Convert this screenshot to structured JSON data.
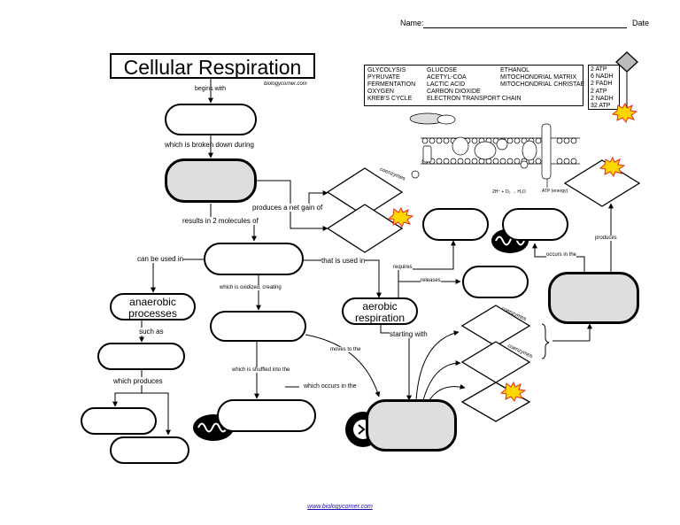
{
  "header": {
    "name_label": "Name:",
    "date_label": "Date"
  },
  "title": {
    "text": "Cellular Respiration",
    "source": "biologycorner.com"
  },
  "word_bank": {
    "col1": [
      "GLYCOLYSIS",
      "PYRUVATE",
      "FERMENTATION",
      "OXYGEN",
      "KREB'S CYCLE"
    ],
    "col2": [
      "GLUCOSE",
      "ACETYL-COA",
      "LACTIC ACID",
      "CARBON DIOXIDE",
      "ELECTRON TRANSPORT CHAIN"
    ],
    "col3": [
      "ETHANOL",
      "MITOCHONDRIAL MATRIX",
      "MITOCHONDRIAL CHRISTAE"
    ]
  },
  "atp_totals": [
    "2 ATP",
    "6 NADH",
    "2 FADH",
    "2 ATP",
    "2 NADH",
    "32 ATP"
  ],
  "labels": {
    "begins_with": "begins with",
    "broken_down": "which is broken down during",
    "net_gain": "produces a net gain of",
    "coenzymes1": "coenzymes",
    "results_in": "results in 2 molecules of",
    "can_be_used": "can be used in",
    "that_is_used": "that is used in",
    "requires": "requires",
    "releases": "releases",
    "oxidized": "which is oxidized, creating",
    "anaerobic": "anaerobic processes",
    "aerobic": "aerobic respiration",
    "such_as": "such as",
    "starting_with": "starting with",
    "moves_to": "moves to the",
    "shuttled": "which is shuffled into the",
    "occurs_in_bottom": "which occurs in the",
    "which_produces": "which produces",
    "coenzymes2": "coenzymes",
    "coenzymes3": "coenzymes",
    "occurs_in_top": "occurs in the",
    "produces": "produces",
    "etc_equation": "2H⁺ + O₂ → H₂O",
    "atp_energy": "ATP (energy)"
  },
  "footer": {
    "url": "www.biologycorner.com"
  },
  "colors": {
    "shaded_box": "#dedede",
    "burst_fill": "#ffd700",
    "burst_stroke": "#e8261c"
  }
}
